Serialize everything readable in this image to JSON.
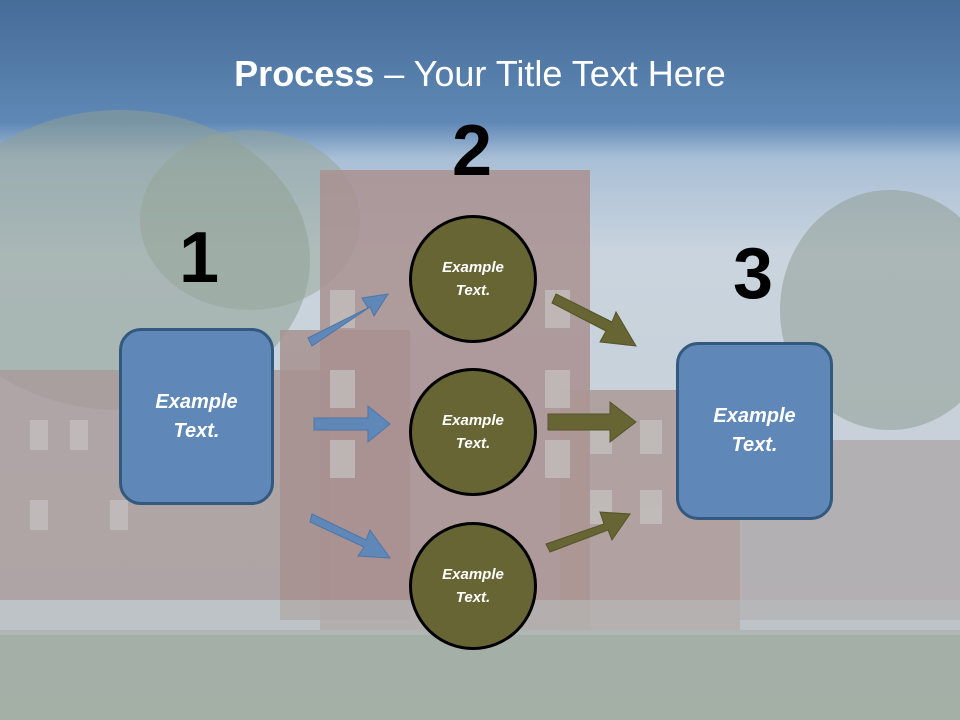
{
  "title": {
    "bold": "Process",
    "rest": " – Your Title Text Here"
  },
  "steps": [
    {
      "number": "1",
      "label": "Example Text."
    },
    {
      "number": "2",
      "label": "Example Text."
    },
    {
      "number": "3",
      "label": "Example Text."
    }
  ],
  "circles": [
    {
      "label": "Example Text."
    },
    {
      "label": "Example Text."
    },
    {
      "label": "Example Text."
    }
  ],
  "colors": {
    "box_fill": "#5f87b8",
    "circle_fill": "#676534",
    "blue_arrow": "#5f87b8",
    "olive_arrow": "#676534"
  }
}
